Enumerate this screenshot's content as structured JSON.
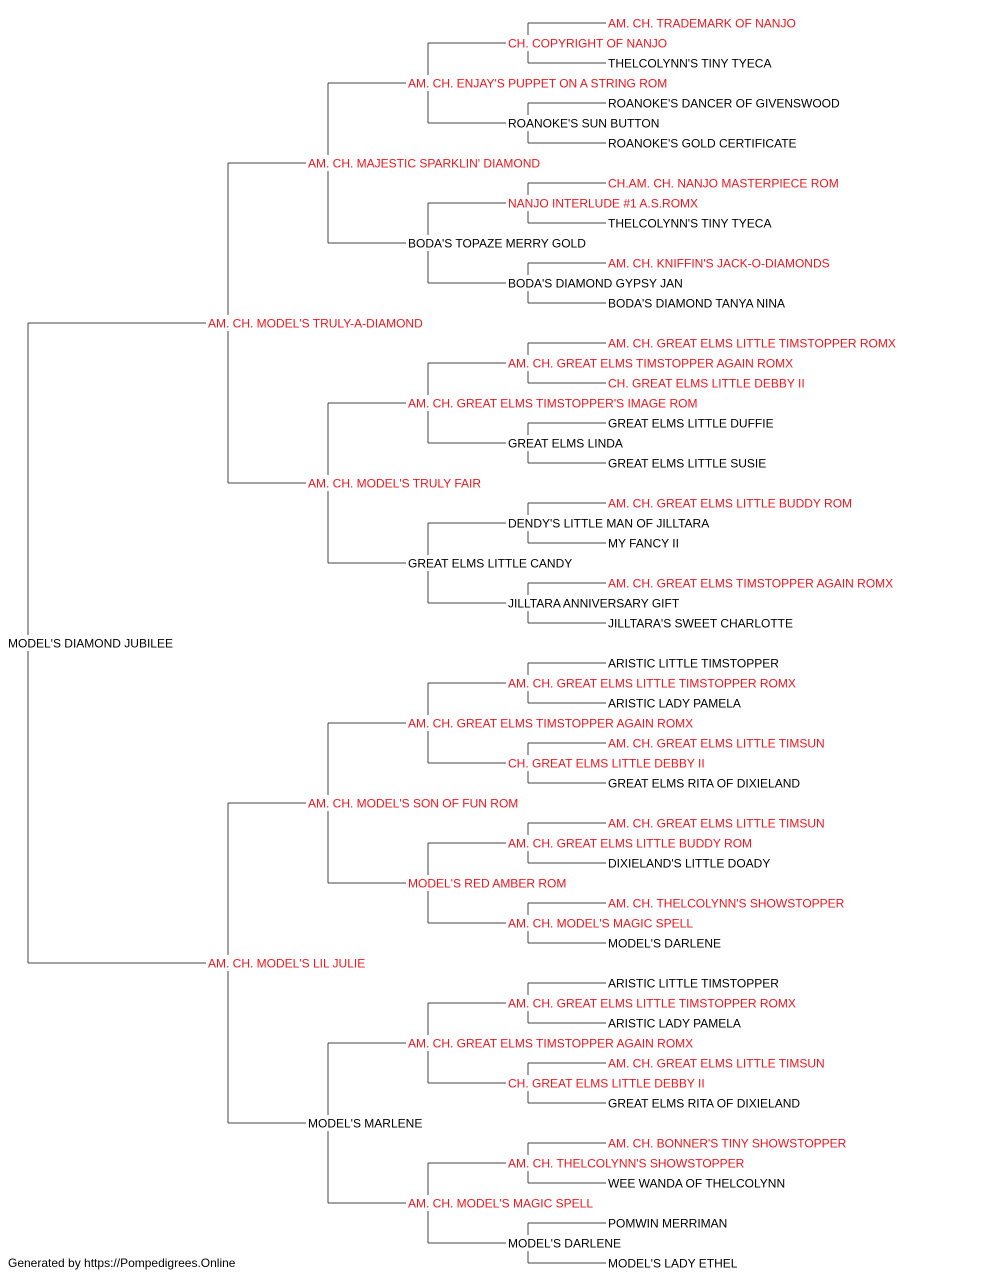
{
  "colors": {
    "champion": "#e8171f",
    "regular": "#000000",
    "connector": "#444444"
  },
  "pedigree": {
    "name": "MODEL'S DIAMOND JUBILEE",
    "champion": false,
    "sire": {
      "name": "AM. CH. MODEL'S TRULY-A-DIAMOND",
      "champion": true,
      "sire": {
        "name": "AM. CH. MAJESTIC SPARKLIN' DIAMOND",
        "champion": true,
        "sire": {
          "name": "AM. CH. ENJAY'S PUPPET ON A STRING ROM",
          "champion": true,
          "sire": {
            "name": "CH. COPYRIGHT OF NANJO",
            "champion": true,
            "sire": {
              "name": "AM. CH. TRADEMARK OF NANJO",
              "champion": true
            },
            "dam": {
              "name": "THELCOLYNN'S TINY TYECA",
              "champion": false
            }
          },
          "dam": {
            "name": "ROANOKE'S SUN BUTTON",
            "champion": false,
            "sire": {
              "name": "ROANOKE'S DANCER OF GIVENSWOOD",
              "champion": false
            },
            "dam": {
              "name": "ROANOKE'S GOLD CERTIFICATE",
              "champion": false
            }
          }
        },
        "dam": {
          "name": "BODA'S TOPAZE MERRY GOLD",
          "champion": false,
          "sire": {
            "name": "NANJO INTERLUDE #1 A.S.ROMX",
            "champion": true,
            "sire": {
              "name": "CH.AM. CH. NANJO MASTERPIECE ROM",
              "champion": true
            },
            "dam": {
              "name": "THELCOLYNN'S TINY TYECA",
              "champion": false
            }
          },
          "dam": {
            "name": "BODA'S DIAMOND GYPSY JAN",
            "champion": false,
            "sire": {
              "name": "AM. CH. KNIFFIN'S JACK-O-DIAMONDS",
              "champion": true
            },
            "dam": {
              "name": "BODA'S DIAMOND TANYA NINA",
              "champion": false
            }
          }
        }
      },
      "dam": {
        "name": "AM. CH. MODEL'S TRULY FAIR",
        "champion": true,
        "sire": {
          "name": "AM. CH. GREAT ELMS TIMSTOPPER'S IMAGE ROM",
          "champion": true,
          "sire": {
            "name": "AM. CH. GREAT ELMS TIMSTOPPER AGAIN ROMX",
            "champion": true,
            "sire": {
              "name": "AM. CH. GREAT ELMS LITTLE TIMSTOPPER ROMX",
              "champion": true
            },
            "dam": {
              "name": "CH. GREAT ELMS LITTLE DEBBY II",
              "champion": true
            }
          },
          "dam": {
            "name": "GREAT ELMS LINDA",
            "champion": false,
            "sire": {
              "name": "GREAT ELMS LITTLE DUFFIE",
              "champion": false
            },
            "dam": {
              "name": "GREAT ELMS LITTLE SUSIE",
              "champion": false
            }
          }
        },
        "dam": {
          "name": "GREAT ELMS LITTLE CANDY",
          "champion": false,
          "sire": {
            "name": "DENDY'S LITTLE MAN OF JILLTARA",
            "champion": false,
            "sire": {
              "name": "AM. CH. GREAT ELMS LITTLE BUDDY ROM",
              "champion": true
            },
            "dam": {
              "name": "MY FANCY II",
              "champion": false
            }
          },
          "dam": {
            "name": "JILLTARA ANNIVERSARY GIFT",
            "champion": false,
            "sire": {
              "name": "AM. CH. GREAT ELMS TIMSTOPPER AGAIN ROMX",
              "champion": true
            },
            "dam": {
              "name": "JILLTARA'S SWEET CHARLOTTE",
              "champion": false
            }
          }
        }
      }
    },
    "dam": {
      "name": "AM. CH. MODEL'S LIL JULIE",
      "champion": true,
      "sire": {
        "name": "AM. CH. MODEL'S SON OF FUN ROM",
        "champion": true,
        "sire": {
          "name": "AM. CH. GREAT ELMS TIMSTOPPER AGAIN ROMX",
          "champion": true,
          "sire": {
            "name": "AM. CH. GREAT ELMS LITTLE TIMSTOPPER ROMX",
            "champion": true,
            "sire": {
              "name": "ARISTIC LITTLE TIMSTOPPER",
              "champion": false
            },
            "dam": {
              "name": "ARISTIC LADY PAMELA",
              "champion": false
            }
          },
          "dam": {
            "name": "CH. GREAT ELMS LITTLE DEBBY II",
            "champion": true,
            "sire": {
              "name": "AM. CH. GREAT ELMS LITTLE TIMSUN",
              "champion": true
            },
            "dam": {
              "name": "GREAT ELMS RITA OF DIXIELAND",
              "champion": false
            }
          }
        },
        "dam": {
          "name": "MODEL'S RED AMBER ROM",
          "champion": true,
          "sire": {
            "name": "AM. CH. GREAT ELMS LITTLE BUDDY ROM",
            "champion": true,
            "sire": {
              "name": "AM. CH. GREAT ELMS LITTLE TIMSUN",
              "champion": true
            },
            "dam": {
              "name": "DIXIELAND'S LITTLE DOADY",
              "champion": false
            }
          },
          "dam": {
            "name": "AM. CH. MODEL'S MAGIC SPELL",
            "champion": true,
            "sire": {
              "name": "AM. CH. THELCOLYNN'S SHOWSTOPPER",
              "champion": true
            },
            "dam": {
              "name": "MODEL'S DARLENE",
              "champion": false
            }
          }
        }
      },
      "dam": {
        "name": "MODEL'S MARLENE",
        "champion": false,
        "sire": {
          "name": "AM. CH. GREAT ELMS TIMSTOPPER AGAIN ROMX",
          "champion": true,
          "sire": {
            "name": "AM. CH. GREAT ELMS LITTLE TIMSTOPPER ROMX",
            "champion": true,
            "sire": {
              "name": "ARISTIC LITTLE TIMSTOPPER",
              "champion": false
            },
            "dam": {
              "name": "ARISTIC LADY PAMELA",
              "champion": false
            }
          },
          "dam": {
            "name": "CH. GREAT ELMS LITTLE DEBBY II",
            "champion": true,
            "sire": {
              "name": "AM. CH. GREAT ELMS LITTLE TIMSUN",
              "champion": true
            },
            "dam": {
              "name": "GREAT ELMS RITA OF DIXIELAND",
              "champion": false
            }
          }
        },
        "dam": {
          "name": "AM. CH. MODEL'S MAGIC SPELL",
          "champion": true,
          "sire": {
            "name": "AM. CH. THELCOLYNN'S SHOWSTOPPER",
            "champion": true,
            "sire": {
              "name": "AM. CH. BONNER'S TINY SHOWSTOPPER",
              "champion": true
            },
            "dam": {
              "name": "WEE WANDA OF THELCOLYNN",
              "champion": false
            }
          },
          "dam": {
            "name": "MODEL'S DARLENE",
            "champion": false,
            "sire": {
              "name": "POMWIN MERRIMAN",
              "champion": false
            },
            "dam": {
              "name": "MODEL'S LADY ETHEL",
              "champion": false
            }
          }
        }
      }
    }
  },
  "footer": {
    "text": "Generated by https://Pompedigrees.Online"
  }
}
